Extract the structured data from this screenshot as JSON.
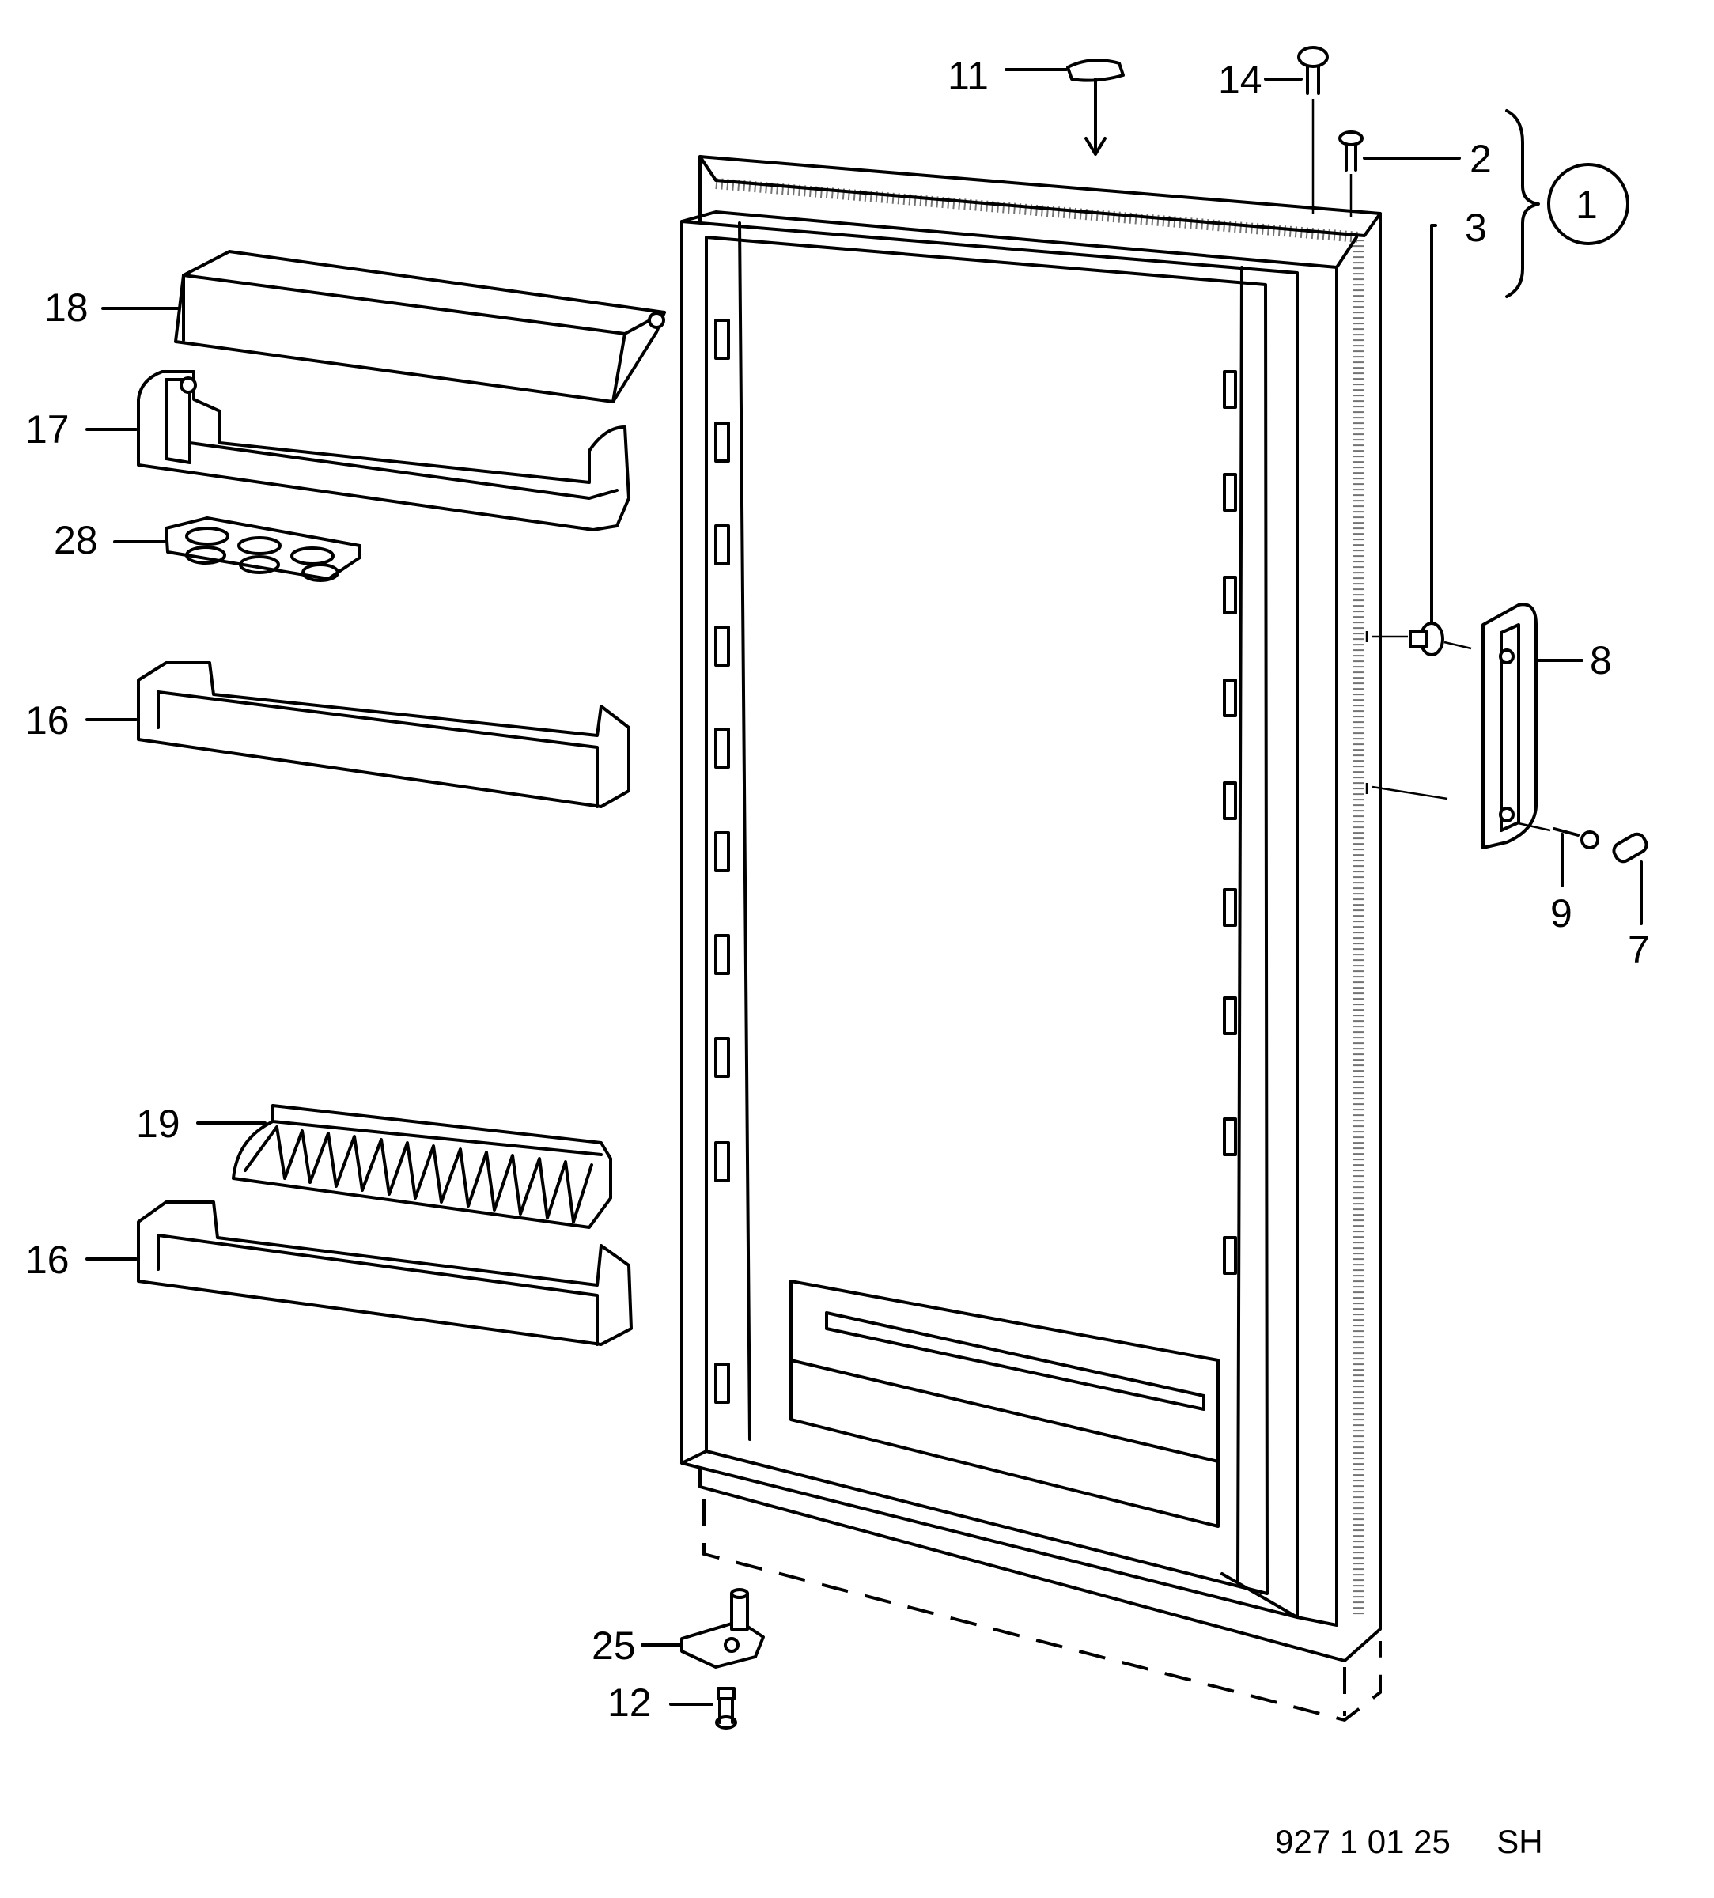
{
  "drawing_code": "927 1 01 25     SH",
  "assembly_label": "1",
  "part_labels": {
    "p11": "11",
    "p14": "14",
    "p2": "2",
    "p3": "3",
    "p18": "18",
    "p17": "17",
    "p28": "28",
    "p16a": "16",
    "p8": "8",
    "p9": "9",
    "p7": "7",
    "p19": "19",
    "p16b": "16",
    "p25": "25",
    "p12": "12"
  }
}
